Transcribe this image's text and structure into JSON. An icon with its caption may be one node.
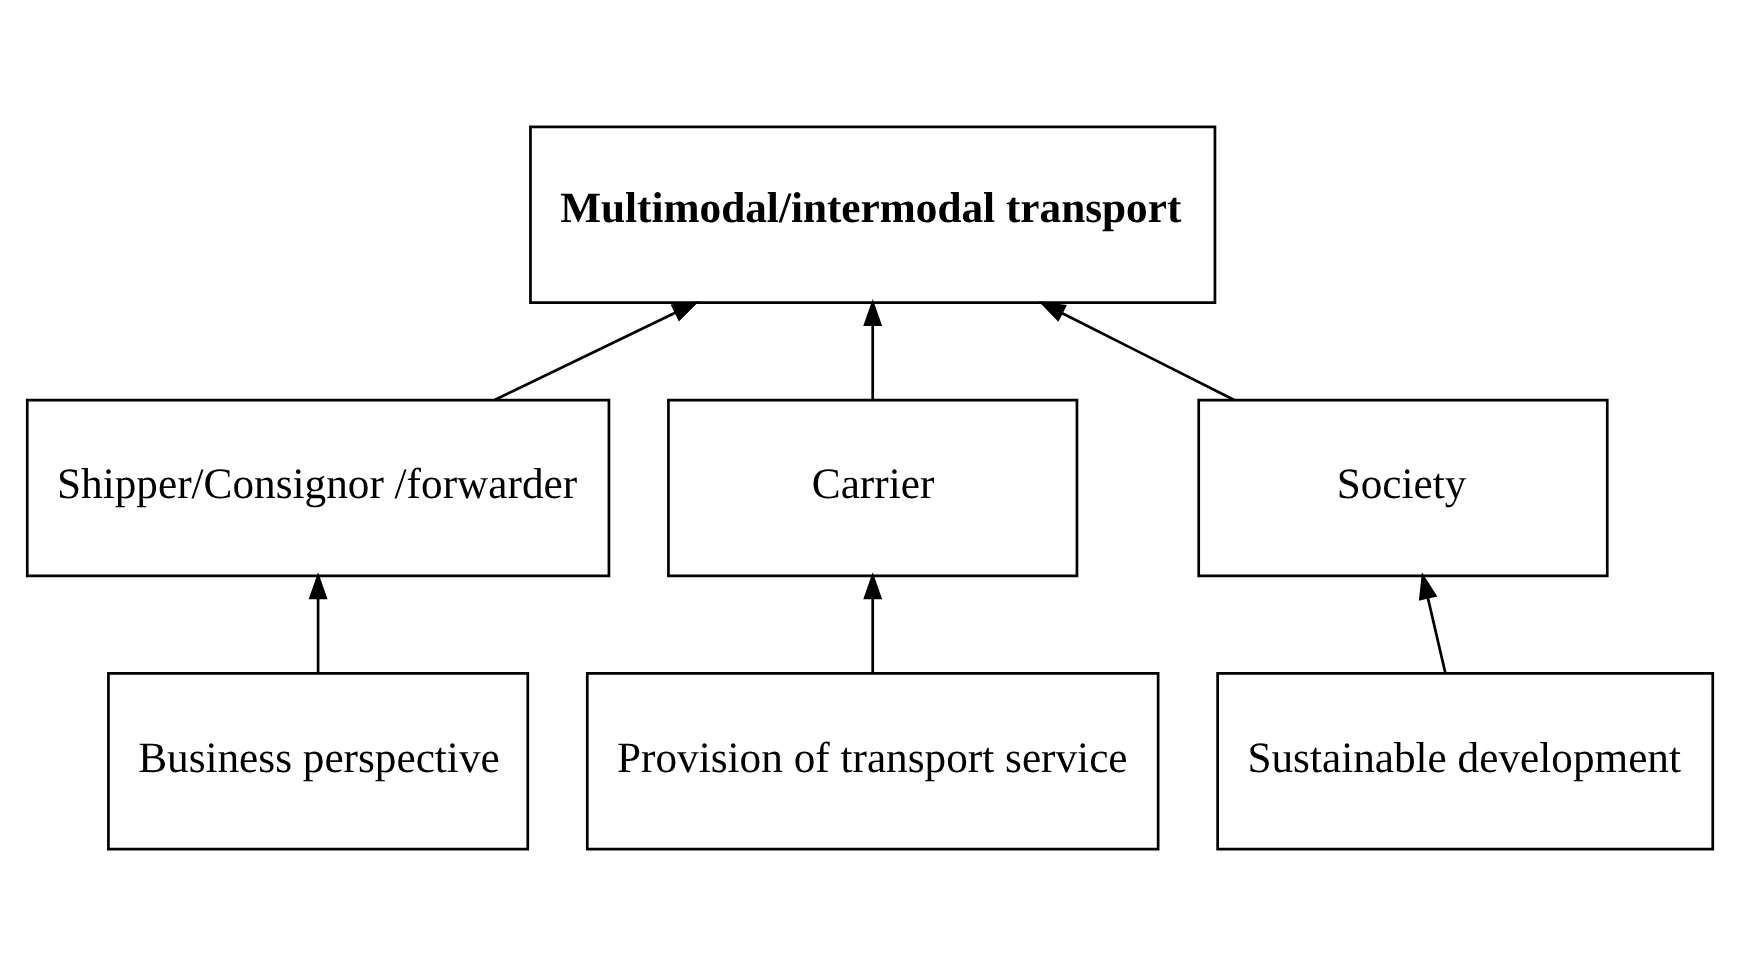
{
  "diagram": {
    "nodes": [
      {
        "text": [
          "Multimodal/intermodal transport"
        ]
      },
      {
        "text": [
          "Shipper/Consignor /forwarder"
        ]
      },
      {
        "text": [
          "Carrier"
        ]
      },
      {
        "text": [
          "Society"
        ]
      },
      {
        "text": [
          "Business perspective"
        ]
      },
      {
        "text": [
          "Provision of transport service"
        ]
      },
      {
        "text": [
          "Sustainable development"
        ]
      }
    ],
    "edges": [
      {
        "from": 1,
        "to": 0,
        "arrow": "to"
      },
      {
        "from": 2,
        "to": 0,
        "arrow": "to"
      },
      {
        "from": 3,
        "to": 0,
        "arrow": "to"
      },
      {
        "from": 4,
        "to": 1,
        "arrow": "to"
      },
      {
        "from": 5,
        "to": 2,
        "arrow": "to"
      },
      {
        "from": 6,
        "to": 3,
        "arrow": "to"
      }
    ]
  }
}
